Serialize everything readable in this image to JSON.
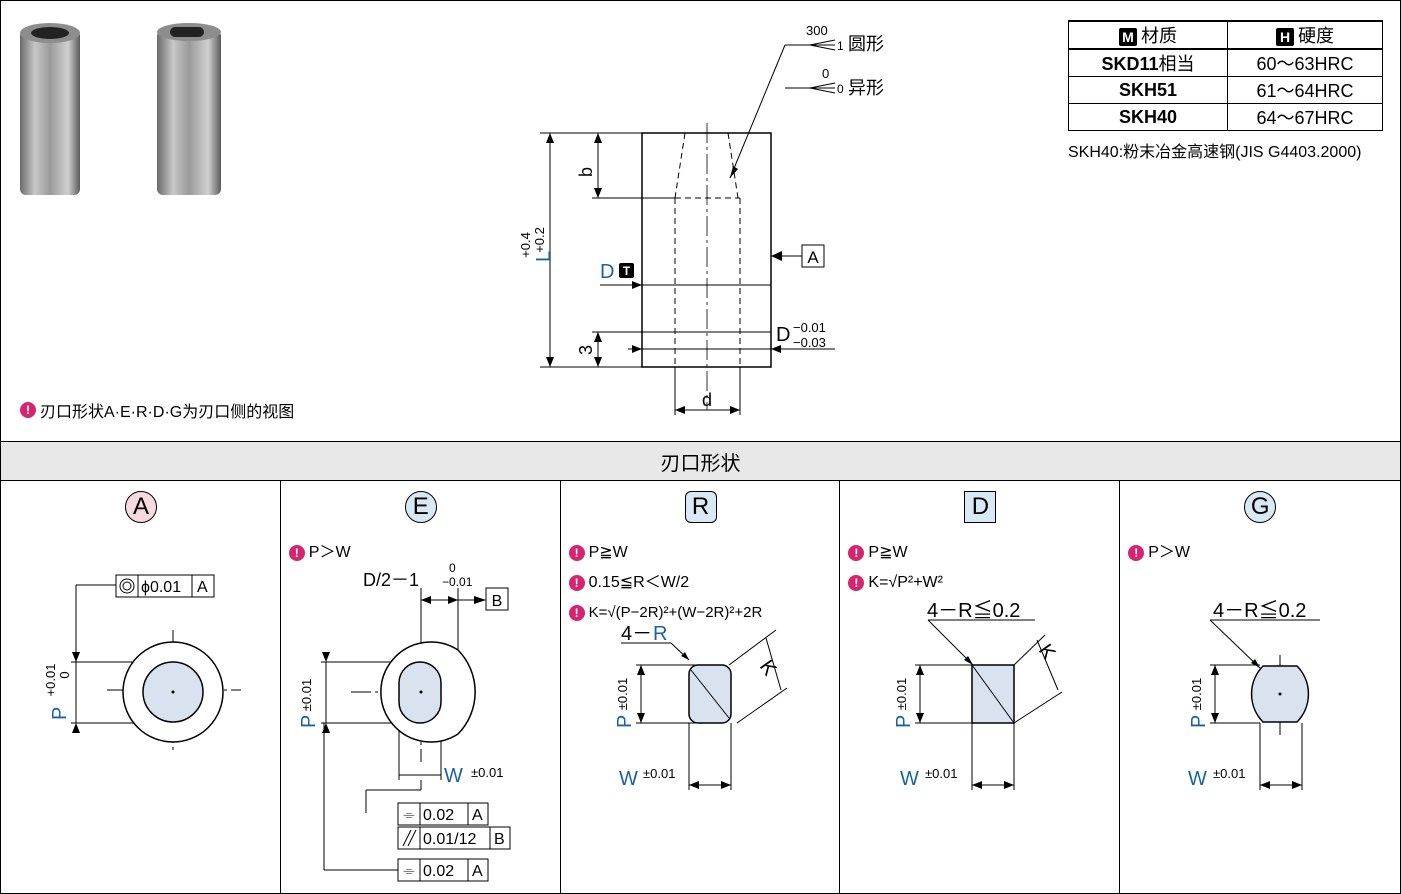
{
  "shape_note": "刃口形状A·E·R·D·G为刃口侧的视图",
  "section_title": "刃口形状",
  "roughness": {
    "round_value": "300",
    "round_sub": "1",
    "round_label": "圆形",
    "irregular_value": "0",
    "irregular_sub": "0",
    "irregular_label": "异形"
  },
  "main_dims": {
    "b": "b",
    "L": "L",
    "L_tol_upper": "+0.4",
    "L_tol_lower": "+0.2",
    "D": "D",
    "T_mark": "T",
    "A_ref": "A",
    "three": "3",
    "D2": "D",
    "D2_tol_upper": "−0.01",
    "D2_tol_lower": "−0.03",
    "d": "d"
  },
  "material_table": {
    "col1_mark": "M",
    "col1": "材质",
    "col2_mark": "H",
    "col2": "硬度",
    "rows": [
      {
        "material": "SKD11",
        "material_suffix": "相当",
        "hardness": "60～63HRC"
      },
      {
        "material": "SKH51",
        "material_suffix": "",
        "hardness": "61～64HRC"
      },
      {
        "material": "SKH40",
        "material_suffix": "",
        "hardness": "64～67HRC"
      }
    ],
    "note": "SKH40:粉末冶金高速钢(JIS G4403.2000)"
  },
  "panels": [
    {
      "letter": "A",
      "badge_color": "#f7d9e0",
      "badge_round": true,
      "notes": [],
      "labels": {
        "gdt_value": "ϕ0.01",
        "gdt_ref": "A",
        "P": "P",
        "P_tol_upper": "+0.01",
        "P_tol_lower": "0"
      }
    },
    {
      "letter": "E",
      "badge_color": "#d9e8f5",
      "badge_round": true,
      "notes": [
        "P＞W"
      ],
      "labels": {
        "top_dim": "D/2－1",
        "top_tol_upper": "0",
        "top_tol_lower": "−0.01",
        "ref": "B",
        "P": "P",
        "P_tol": "±0.01",
        "W": "W",
        "W_tol": "±0.01",
        "gdt1_value": "0.02",
        "gdt1_ref": "A",
        "gdt2_value": "0.01/12",
        "gdt2_ref": "B",
        "gdt3_value": "0.02",
        "gdt3_ref": "A"
      }
    },
    {
      "letter": "R",
      "badge_color": "#d9e8f5",
      "badge_round": false,
      "badge_radius": "6px",
      "notes": [
        "P≧W",
        "0.15≦R＜W/2",
        "K=√(P−2R)²+(W−2R)²+2R"
      ],
      "labels": {
        "r_prefix": "4－",
        "r": "R",
        "K": "K",
        "P": "P",
        "P_tol": "±0.01",
        "W": "W",
        "W_tol": "±0.01"
      }
    },
    {
      "letter": "D",
      "badge_color": "#d9e8f5",
      "badge_round": false,
      "badge_radius": "0px",
      "notes": [
        "P≧W",
        "K=√P²+W²"
      ],
      "labels": {
        "r_note": "4－R≦0.2",
        "K": "K",
        "P": "P",
        "P_tol": "±0.01",
        "W": "W",
        "W_tol": "±0.01"
      }
    },
    {
      "letter": "G",
      "badge_color": "#d9e8f5",
      "badge_round": true,
      "notes": [
        "P＞W"
      ],
      "labels": {
        "r_note": "4－R≦0.2",
        "P": "P",
        "P_tol": "±0.01",
        "W": "W",
        "W_tol": "±0.01"
      }
    }
  ]
}
